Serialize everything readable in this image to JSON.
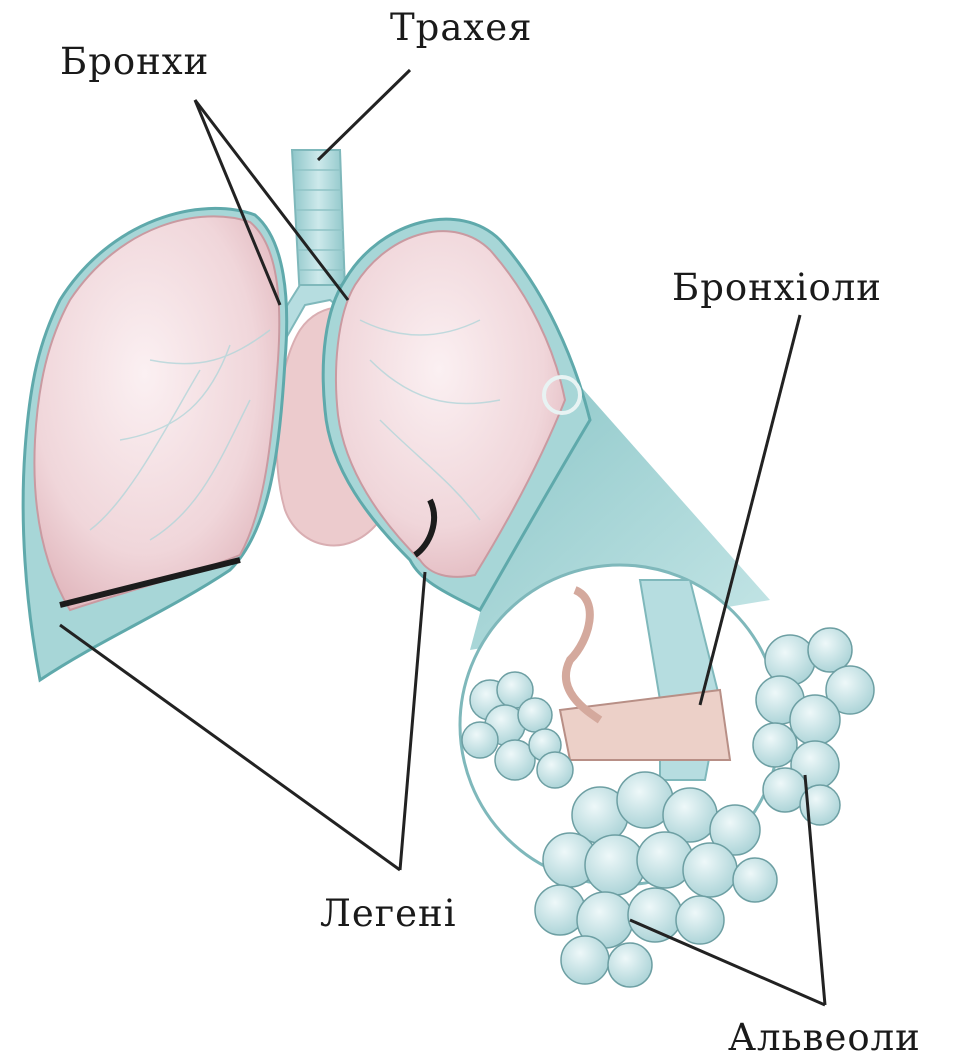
{
  "labels": {
    "trachea": "Трахея",
    "bronchi": "Бронхи",
    "bronchioles": "Бронхіоли",
    "lungs": "Легені",
    "alveoli": "Альвеоли"
  },
  "colors": {
    "lung_fill": "#f3dfe3",
    "lung_shadow": "#e3bfc4",
    "pleura_teal": "#8cc8c9",
    "pleura_dark": "#5fa9ab",
    "trachea": "#a9d7da",
    "alveoli": "#cfe7ea",
    "bronchiole": "#ecd0c8",
    "leader_line": "#222222"
  }
}
